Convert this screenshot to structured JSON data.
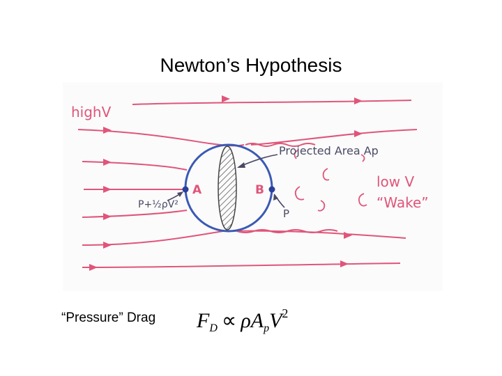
{
  "title": "Newton’s Hypothesis",
  "diagram": {
    "label_high_v": "highV",
    "label_projected_area": "Projected Area Ap",
    "label_low_v": "low V",
    "label_wake": "“Wake”",
    "point_a": "A",
    "point_b": "B",
    "label_stagnation_pressure": "P+½ρV²",
    "label_p": "P"
  },
  "caption": {
    "label": "“Pressure” Drag",
    "formula": {
      "lhs": "F",
      "lhs_sub": "D",
      "relation": "∝",
      "rho": "ρ",
      "area": "A",
      "area_sub": "p",
      "velocity": "V",
      "velocity_exp": "2"
    }
  },
  "colors": {
    "streamline": "#e0557a",
    "body_outline": "#3a5ab4",
    "point_marker": "#2a3f9a"
  }
}
